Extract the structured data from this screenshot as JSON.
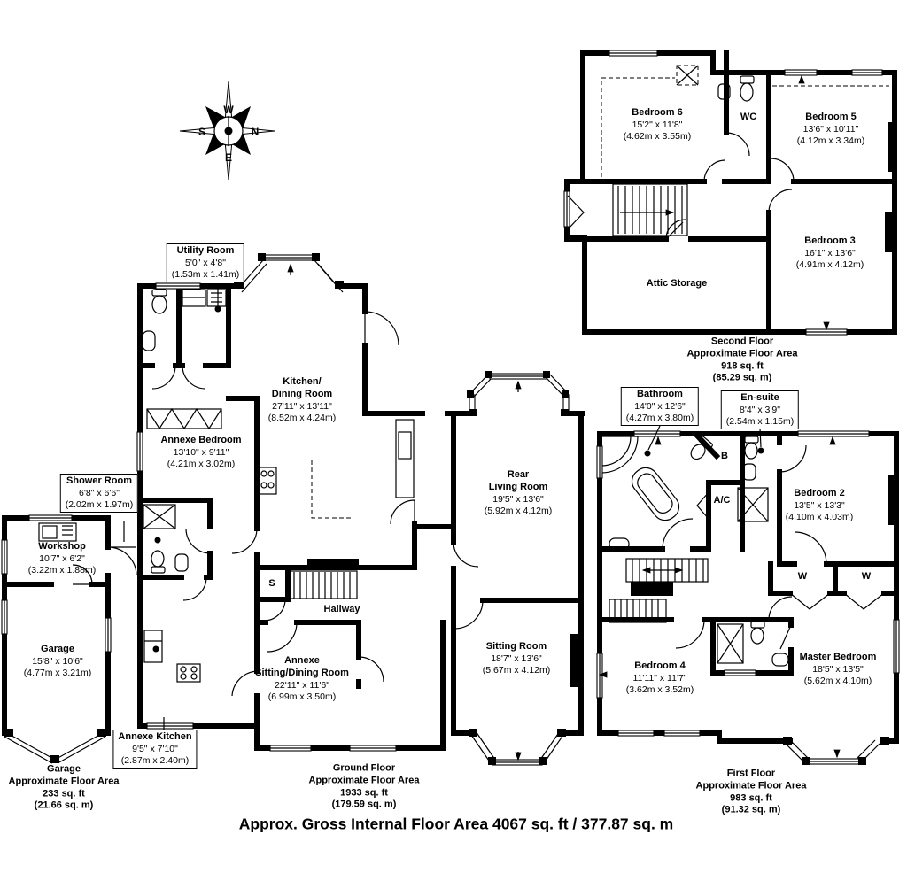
{
  "compass": {
    "north": "N",
    "south": "S",
    "east": "E",
    "west": "W"
  },
  "footer": {
    "gross_area": "Approx. Gross Internal Floor Area 4067 sq. ft / 377.87 sq. m"
  },
  "floor_areas": {
    "second": {
      "line1": "Second Floor",
      "line2": "Approximate Floor Area",
      "line3": "918 sq. ft",
      "line4": "(85.29 sq. m)"
    },
    "ground": {
      "line1": "Ground Floor",
      "line2": "Approximate Floor Area",
      "line3": "1933 sq. ft",
      "line4": "(179.59 sq. m)"
    },
    "first": {
      "line1": "First Floor",
      "line2": "Approximate Floor Area",
      "line3": "983 sq. ft",
      "line4": "(91.32 sq. m)"
    },
    "garage": {
      "line1": "Garage",
      "line2": "Approximate Floor Area",
      "line3": "233 sq. ft",
      "line4": "(21.66 sq. m)"
    }
  },
  "rooms": {
    "second": {
      "bedroom6": {
        "name": "Bedroom 6",
        "dims": "15'2\" x 11'8\"",
        "metric": "(4.62m x 3.55m)"
      },
      "wc": {
        "name": "WC"
      },
      "bedroom5": {
        "name": "Bedroom 5",
        "dims": "13'6\" x 10'11\"",
        "metric": "(4.12m x 3.34m)"
      },
      "attic": {
        "name": "Attic Storage"
      },
      "bedroom3": {
        "name": "Bedroom 3",
        "dims": "16'1\" x 13'6\"",
        "metric": "(4.91m x 4.12m)"
      }
    },
    "ground": {
      "utility": {
        "name": "Utility Room",
        "dims": "5'0\" x 4'8\"",
        "metric": "(1.53m x 1.41m)"
      },
      "kitchen": {
        "name1": "Kitchen/",
        "name2": "Dining Room",
        "dims": "27'11\" x 13'11\"",
        "metric": "(8.52m x 4.24m)"
      },
      "annexe_bedroom": {
        "name": "Annexe Bedroom",
        "dims": "13'10\" x 9'11\"",
        "metric": "(4.21m x 3.02m)"
      },
      "shower": {
        "name": "Shower Room",
        "dims": "6'8\" x 6'6\"",
        "metric": "(2.02m x 1.97m)"
      },
      "workshop": {
        "name": "Workshop",
        "dims": "10'7\" x 6'2\"",
        "metric": "(3.22m x 1.88m)"
      },
      "garage": {
        "name": "Garage",
        "dims": "15'8\" x 10'6\"",
        "metric": "(4.77m x 3.21m)"
      },
      "annexe_kitchen": {
        "name": "Annexe Kitchen",
        "dims": "9'5\" x 7'10\"",
        "metric": "(2.87m x 2.40m)"
      },
      "hallway": {
        "name": "Hallway"
      },
      "store": {
        "name": "S"
      },
      "annexe_sitting": {
        "name1": "Annexe",
        "name2": "Sitting/Dining Room",
        "dims": "22'11\" x 11'6\"",
        "metric": "(6.99m x 3.50m)"
      },
      "rear_living": {
        "name1": "Rear",
        "name2": "Living Room",
        "dims": "19'5\" x 13'6\"",
        "metric": "(5.92m x 4.12m)"
      },
      "sitting": {
        "name": "Sitting Room",
        "dims": "18'7\" x 13'6\"",
        "metric": "(5.67m x 4.12m)"
      }
    },
    "first": {
      "bathroom": {
        "name": "Bathroom",
        "dims": "14'0\" x 12'6\"",
        "metric": "(4.27m x 3.80m)"
      },
      "ensuite": {
        "name": "En-suite",
        "dims": "8'4\" x 3'9\"",
        "metric": "(2.54m x 1.15m)"
      },
      "b": {
        "name": "B"
      },
      "ac": {
        "name": "A/C"
      },
      "bedroom2": {
        "name": "Bedroom 2",
        "dims": "13'5\" x 13'3\"",
        "metric": "(4.10m x 4.03m)"
      },
      "w1": {
        "name": "W"
      },
      "w2": {
        "name": "W"
      },
      "bedroom4": {
        "name": "Bedroom 4",
        "dims": "11'11\" x 11'7\"",
        "metric": "(3.62m x 3.52m)"
      },
      "master": {
        "name": "Master Bedroom",
        "dims": "18'5\" x 13'5\"",
        "metric": "(5.62m x 4.10m)"
      }
    }
  }
}
